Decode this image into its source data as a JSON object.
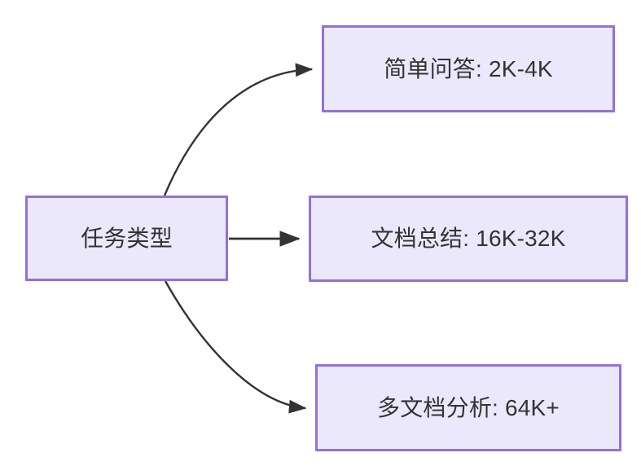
{
  "diagram": {
    "type": "flowchart",
    "direction": "left-to-right",
    "background_color": "#ffffff",
    "node_fill_color": "#ebe8fb",
    "node_border_color": "#9370db",
    "node_text_color": "#333333",
    "edge_color": "#333333",
    "nodes": [
      {
        "id": "source",
        "label": "任务类型",
        "role": "root"
      },
      {
        "id": "simple_qa",
        "label": "简单问答: 2K-4K",
        "role": "leaf"
      },
      {
        "id": "doc_summary",
        "label": "文档总结: 16K-32K",
        "role": "leaf"
      },
      {
        "id": "multi_doc",
        "label": "多文档分析: 64K+",
        "role": "leaf"
      }
    ],
    "edges": [
      {
        "id": "edge-source-simple-qa",
        "from": "source",
        "to": "simple_qa",
        "label": "",
        "style": "curved",
        "arrow": "triangle"
      },
      {
        "id": "edge-source-doc-summary",
        "from": "source",
        "to": "doc_summary",
        "label": "",
        "style": "straight",
        "arrow": "triangle"
      },
      {
        "id": "edge-source-multi-doc",
        "from": "source",
        "to": "multi_doc",
        "label": "",
        "style": "curved",
        "arrow": "triangle"
      }
    ]
  }
}
